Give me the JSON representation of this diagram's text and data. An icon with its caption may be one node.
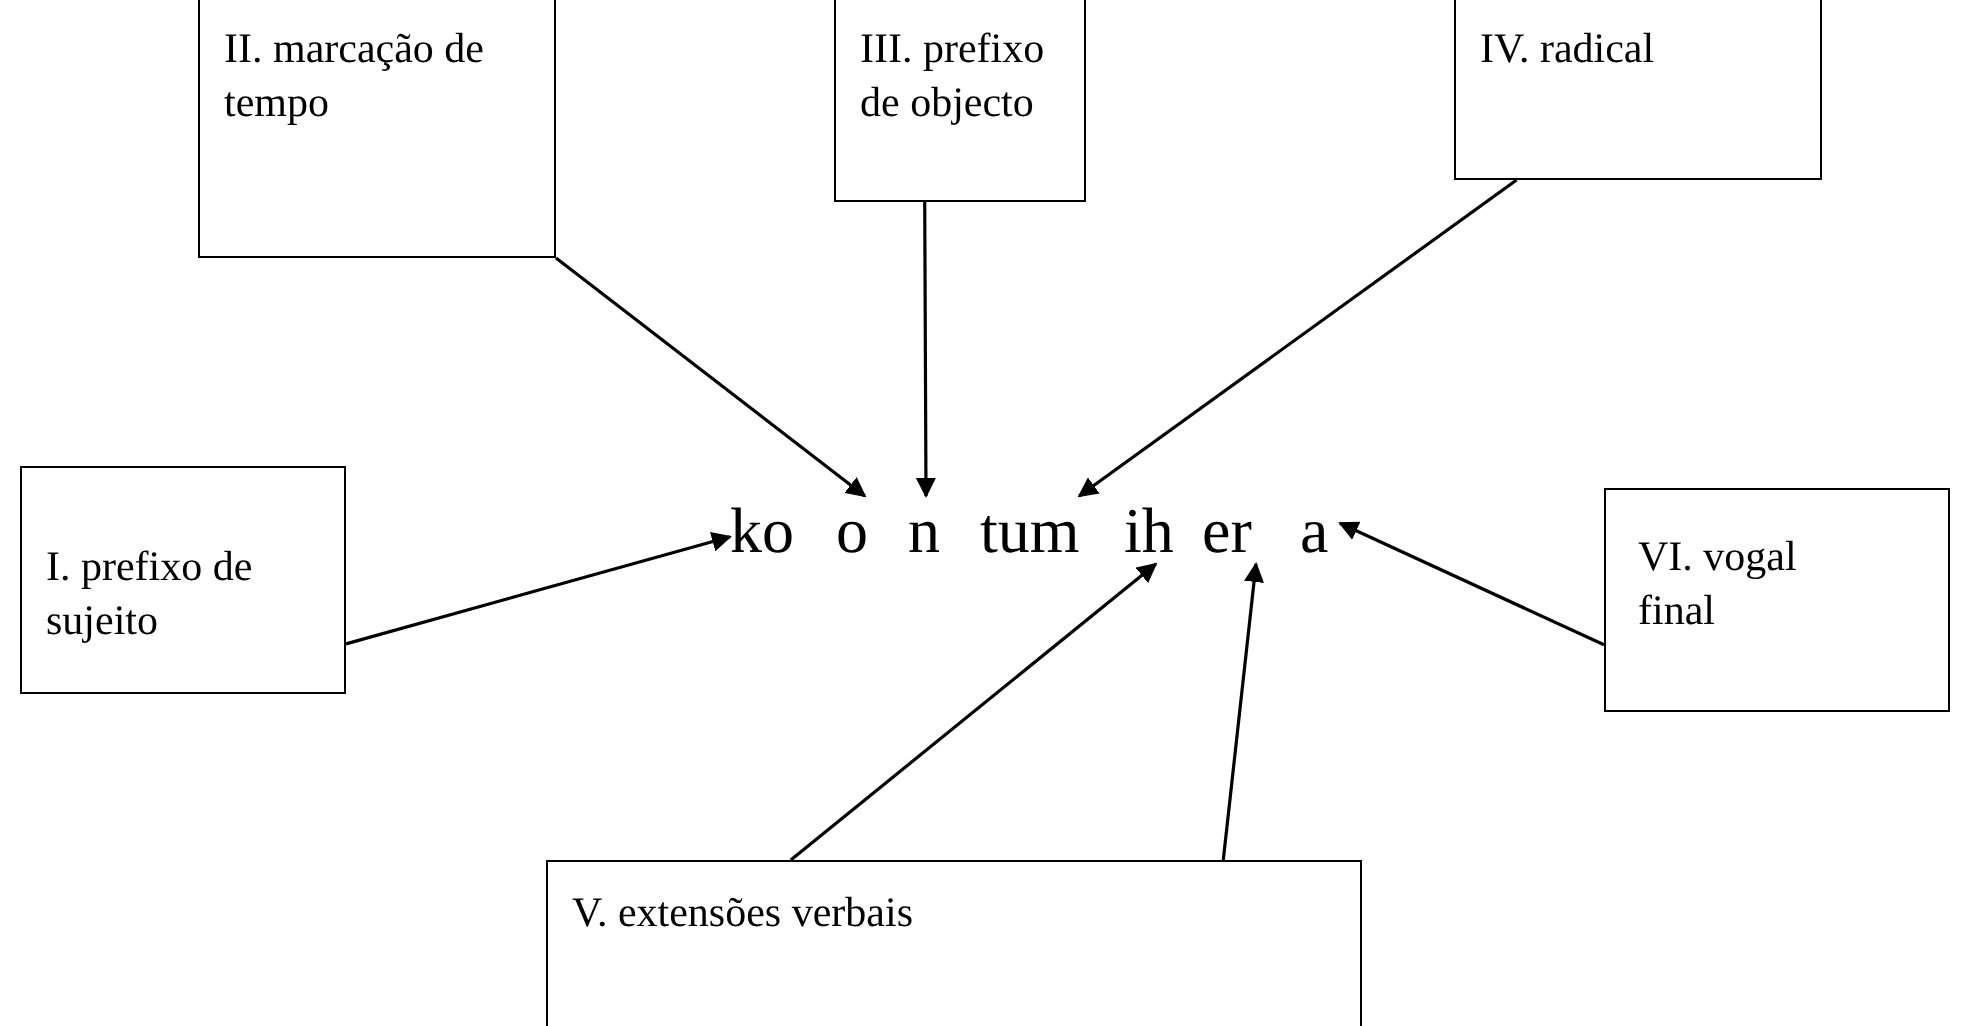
{
  "diagram": {
    "nodes": [
      {
        "text": [
          "II. marcação de tempo"
        ]
      },
      {
        "text": [
          "III. prefixo de objecto"
        ]
      },
      {
        "text": [
          "IV. radical"
        ]
      },
      {
        "text": [
          "I. prefixo de sujeito"
        ]
      },
      {
        "text": [
          "VI. vogal final"
        ]
      },
      {
        "text": [
          "V. extensões verbais"
        ]
      },
      {
        "text": [
          "ko"
        ]
      },
      {
        "text": [
          "o"
        ]
      },
      {
        "text": [
          "n"
        ]
      },
      {
        "text": [
          "tum"
        ]
      },
      {
        "text": [
          "ih"
        ]
      },
      {
        "text": [
          "er"
        ]
      },
      {
        "text": [
          "a"
        ]
      }
    ],
    "edges": [
      {
        "from": 3,
        "to": 6,
        "arrow": "to"
      },
      {
        "from": 0,
        "to": 7,
        "arrow": "to"
      },
      {
        "from": 1,
        "to": 8,
        "arrow": "to"
      },
      {
        "from": 2,
        "to": 9,
        "arrow": "to"
      },
      {
        "from": 5,
        "to": 10,
        "arrow": "to"
      },
      {
        "from": 5,
        "to": 11,
        "arrow": "to"
      },
      {
        "from": 4,
        "to": 12,
        "arrow": "to"
      }
    ]
  }
}
